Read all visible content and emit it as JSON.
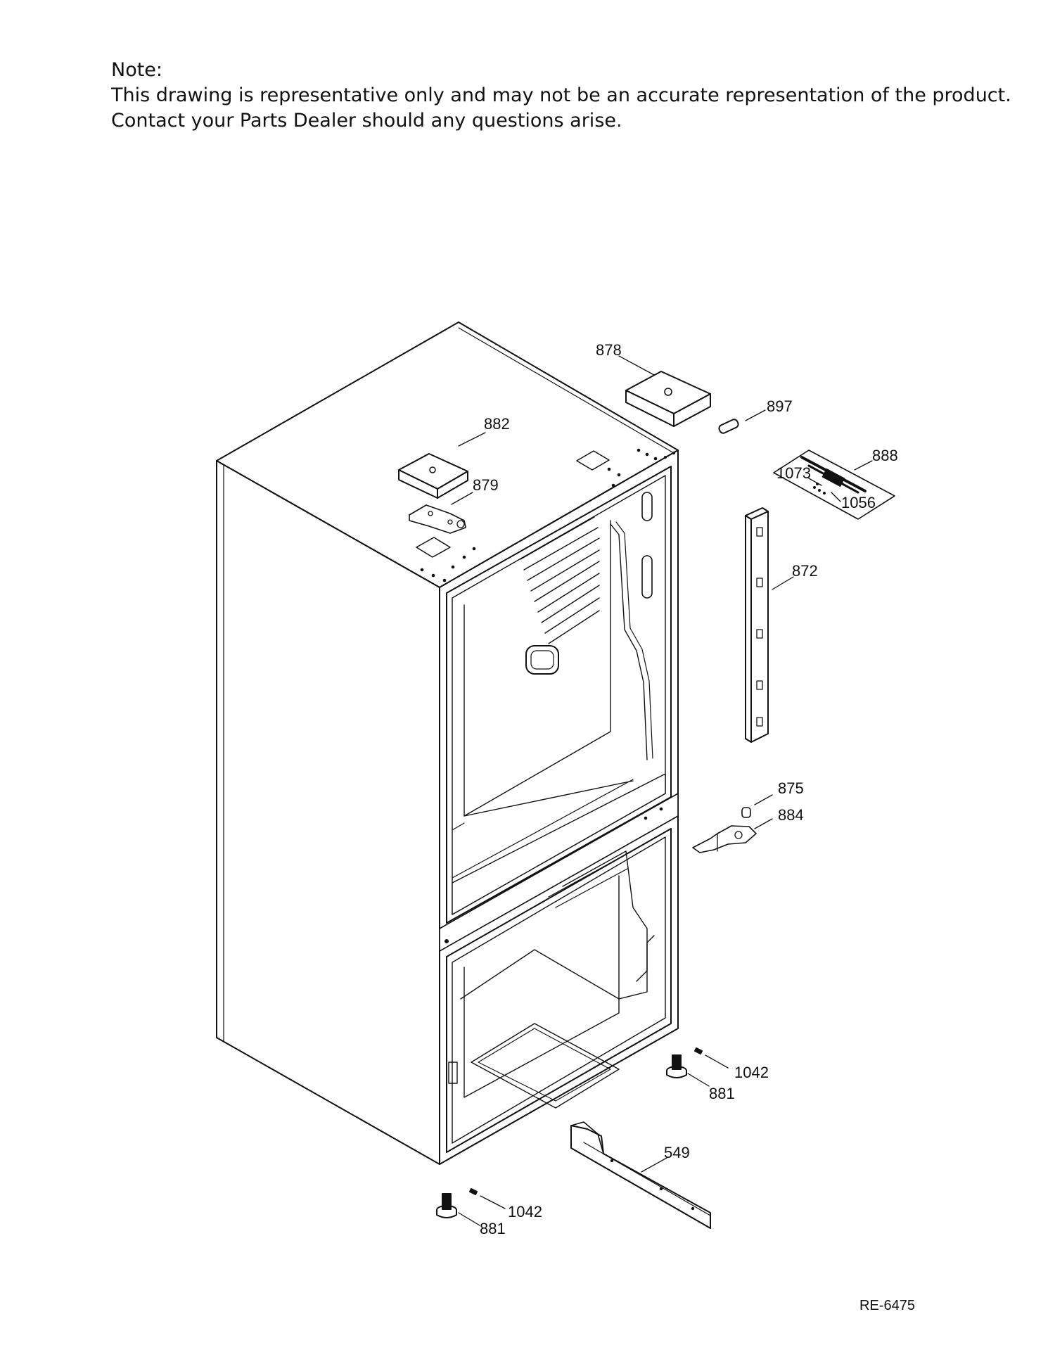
{
  "note": {
    "heading": "Note:",
    "line1": "This drawing is representative only and may not be an accurate representation of the product.",
    "line2": "Contact your Parts Dealer should any questions arise."
  },
  "parts": {
    "p878": "878",
    "p897": "897",
    "p882": "882",
    "p879": "879",
    "p888": "888",
    "p1073": "1073",
    "p1056": "1056",
    "p872": "872",
    "p875": "875",
    "p884": "884",
    "p1042_right": "1042",
    "p881_right": "881",
    "p549": "549",
    "p1042_left": "1042",
    "p881_left": "881"
  },
  "doc_id": "RE-6475"
}
